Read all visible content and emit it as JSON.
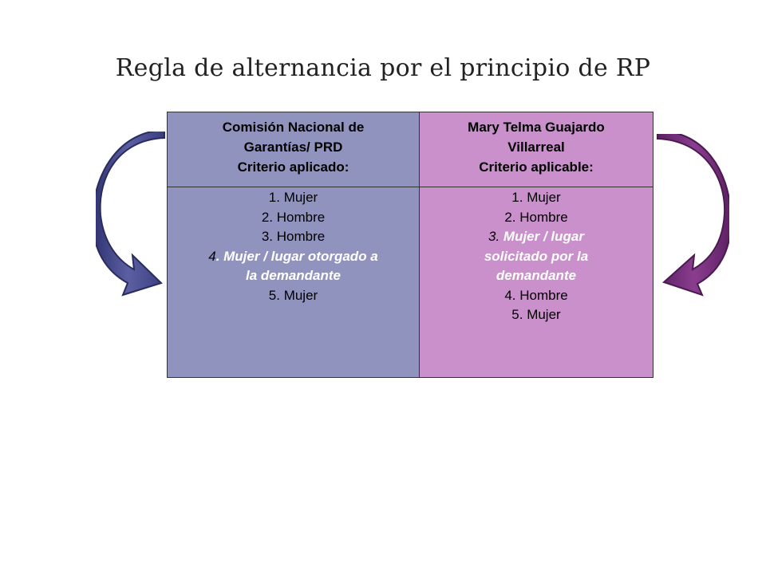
{
  "title": "Regla de alternancia por el principio de RP",
  "table": {
    "left": {
      "header": [
        "Comisión Nacional de",
        "Garantías/ PRD",
        "Criterio aplicado:"
      ],
      "items": [
        {
          "num": "1.",
          "text": " Mujer"
        },
        {
          "num": "2.",
          "text": " Hombre"
        },
        {
          "num": "3.",
          "text": " Hombre"
        },
        {
          "num": "4",
          "text": ". Mujer / lugar otorgado a"
        },
        {
          "num": "",
          "text": "la demandante"
        },
        {
          "num": "5.",
          "text": " Mujer"
        }
      ]
    },
    "right": {
      "header": [
        "Mary Telma Guajardo",
        "Villarreal",
        "Criterio aplicable:"
      ],
      "items": [
        {
          "num": "1.",
          "text": " Mujer"
        },
        {
          "num": "2.",
          "text": " Hombre"
        },
        {
          "num": "3.",
          "text": " Mujer / lugar"
        },
        {
          "num": "",
          "text": "solicitado por la"
        },
        {
          "num": "",
          "text": "demandante"
        },
        {
          "num": "4.",
          "text": " Hombre"
        },
        {
          "num": "5.",
          "text": " Mujer"
        }
      ]
    }
  },
  "colors": {
    "left_fill": "#9193bf",
    "right_fill": "#c990cb",
    "left_arrow": "#4b4f8c",
    "right_arrow": "#6b2c73",
    "highlight_text": "#ffffff"
  },
  "icons": {
    "left_arrow": "curved-arrow-down-right-icon",
    "right_arrow": "curved-arrow-down-left-icon"
  }
}
